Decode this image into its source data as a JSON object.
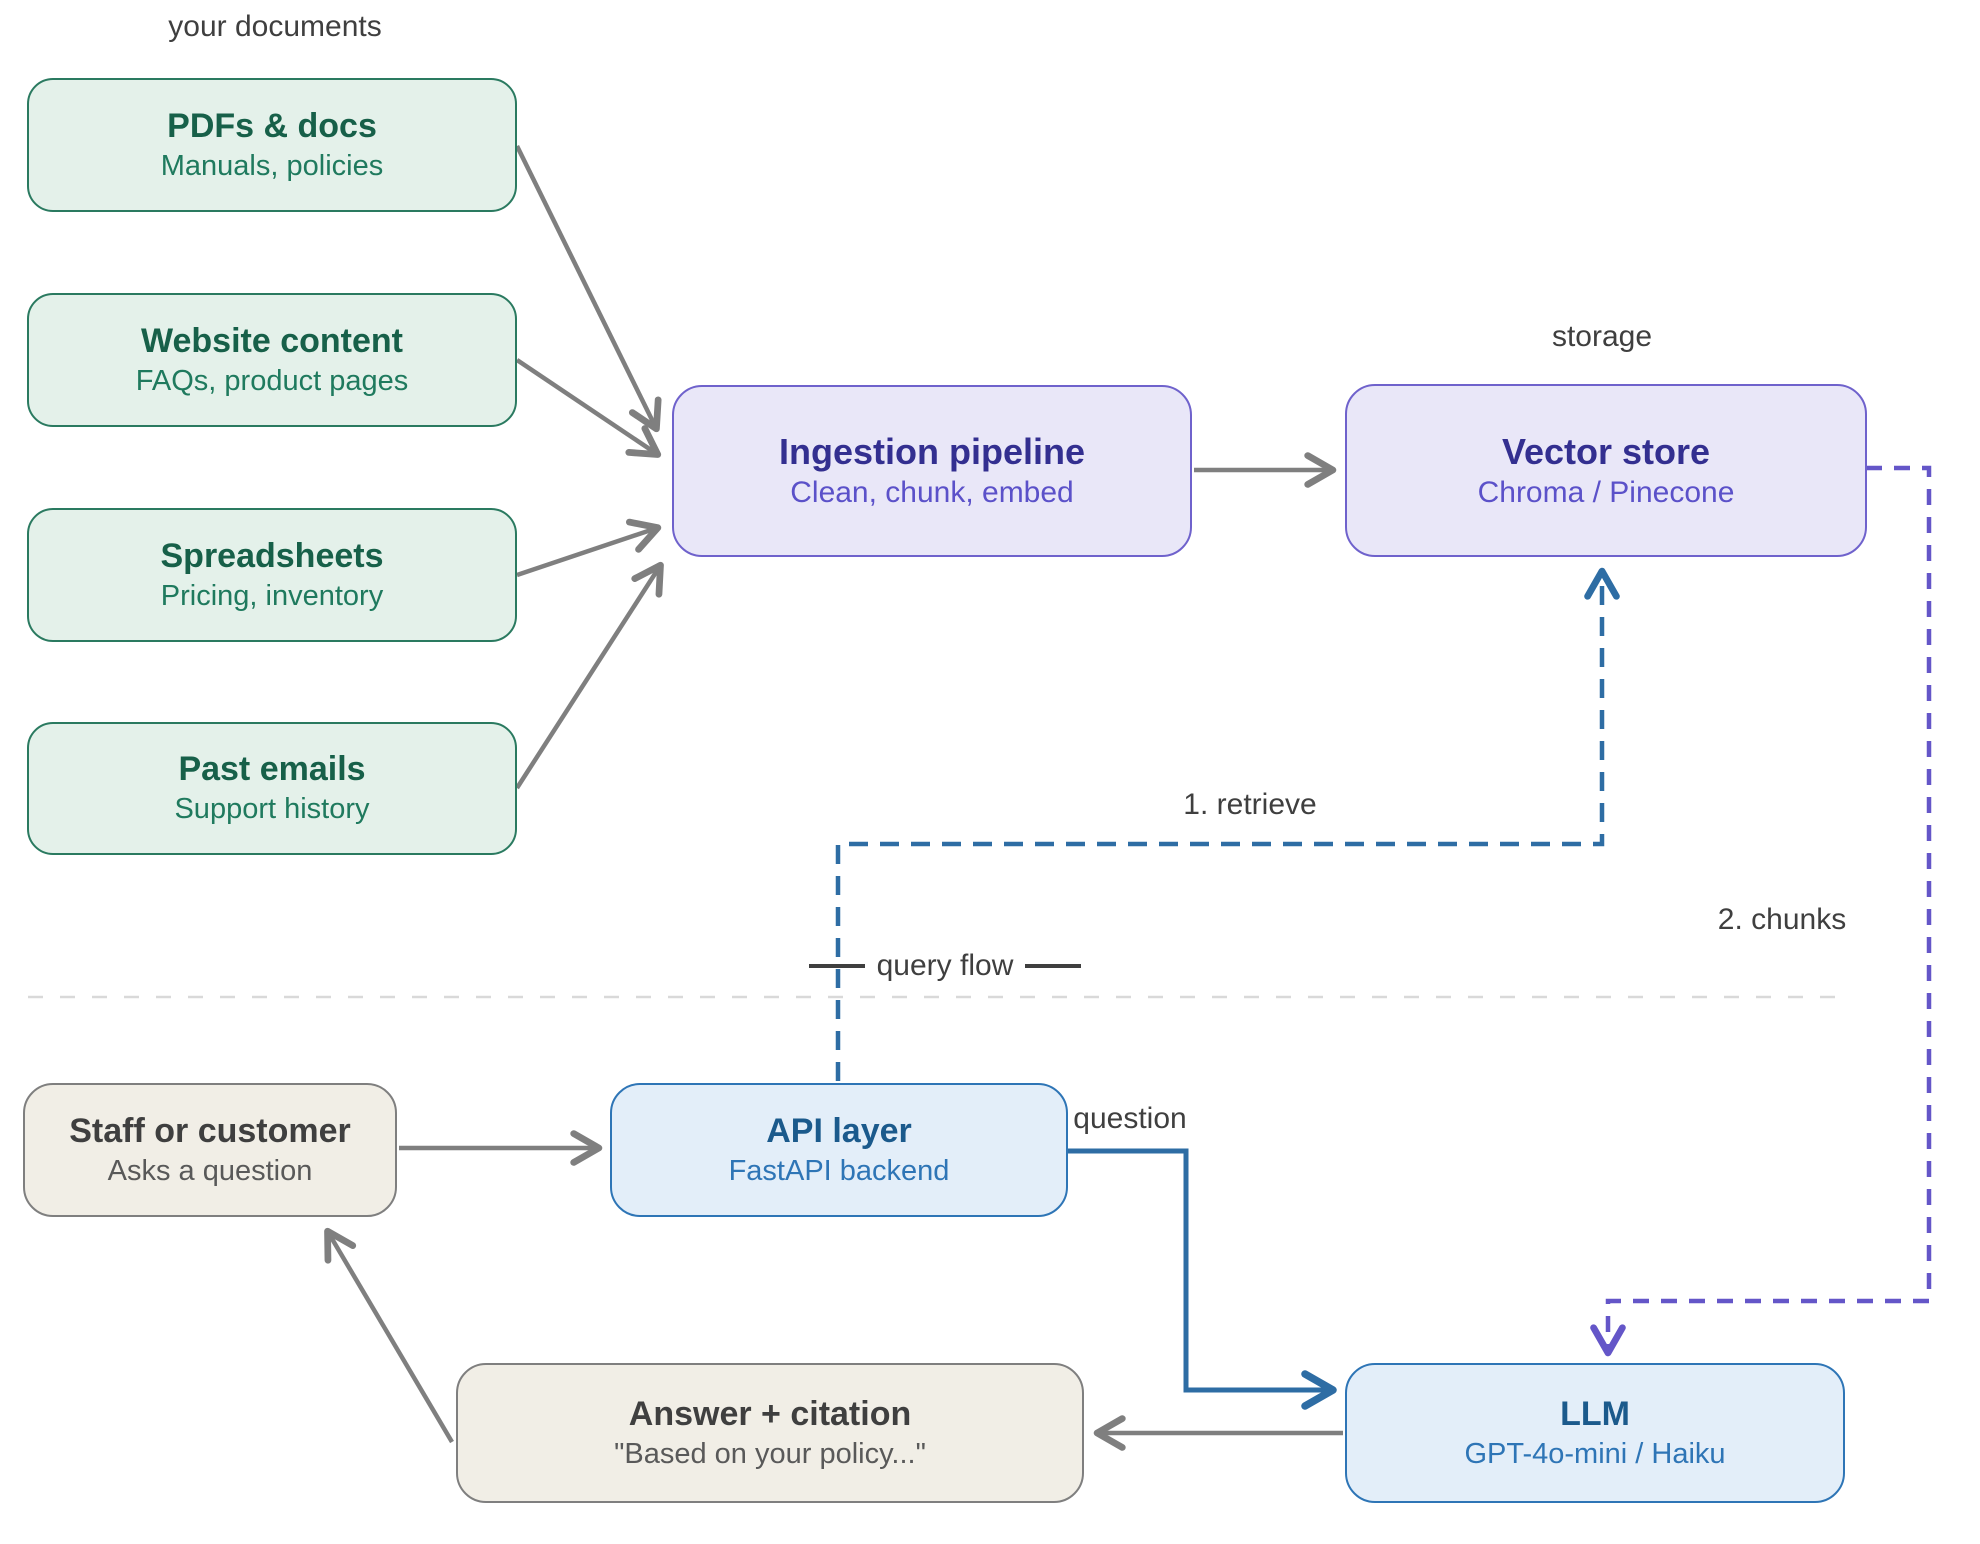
{
  "annotations": {
    "your_documents": "your documents",
    "storage": "storage",
    "retrieve": "1. retrieve",
    "chunks": "2. chunks",
    "query_flow": "query flow",
    "question": "question"
  },
  "nodes": {
    "pdfs": {
      "title": "PDFs & docs",
      "subtitle": "Manuals, policies"
    },
    "website": {
      "title": "Website content",
      "subtitle": "FAQs, product pages"
    },
    "spreadsheets": {
      "title": "Spreadsheets",
      "subtitle": "Pricing, inventory"
    },
    "emails": {
      "title": "Past emails",
      "subtitle": "Support history"
    },
    "ingestion": {
      "title": "Ingestion pipeline",
      "subtitle": "Clean, chunk, embed"
    },
    "vector": {
      "title": "Vector store",
      "subtitle": "Chroma / Pinecone"
    },
    "staff": {
      "title": "Staff or customer",
      "subtitle": "Asks a question"
    },
    "api": {
      "title": "API layer",
      "subtitle": "FastAPI backend"
    },
    "answer": {
      "title": "Answer + citation",
      "subtitle": "\"Based on your policy...\""
    },
    "llm": {
      "title": "LLM",
      "subtitle": "GPT-4o-mini / Haiku"
    }
  },
  "colors": {
    "green_fill": "#e4f1ea",
    "green_border": "#2a7a60",
    "green_title": "#176049",
    "green_subtitle": "#1f7a5e",
    "purple_fill": "#e9e7f8",
    "purple_border": "#6f62cc",
    "purple_title": "#332f90",
    "purple_subtitle": "#5b51c9",
    "blue_fill": "#e3eef9",
    "blue_border": "#2e75b6",
    "blue_title": "#1b5a8c",
    "blue_subtitle": "#2e75b6",
    "beige_fill": "#f1eee6",
    "beige_border": "#7f7f7f",
    "beige_title": "#3f3f3f",
    "beige_subtitle": "#595959",
    "connector_gray": "#7f7f7f",
    "connector_blue": "#2e6da4",
    "connector_purple": "#6456c8",
    "divider": "#d9d9d9",
    "label_text": "#3f3f3f"
  }
}
